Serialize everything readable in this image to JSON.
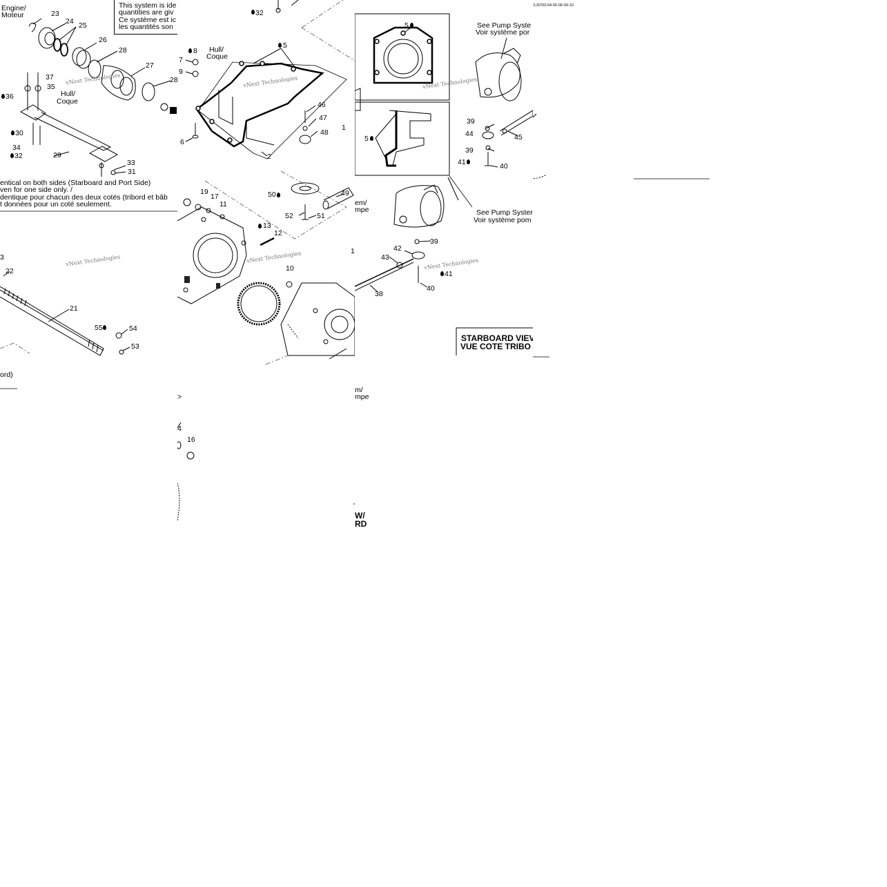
{
  "drawing_id": "21J0703-04-05-06-09-10",
  "watermark": "vNext Technologies",
  "labels": {
    "engine": "Engine/",
    "moteur": "Moteur",
    "hull1": "Hull/",
    "coque1": "Coque",
    "hull2": "Hull/",
    "coque2": "Coque",
    "see_pump_1": "See Pump Syste",
    "voir_pump_1": "Voir système por",
    "see_pump_2": "See Pump Syster",
    "voir_pump_2": "Voir système pom",
    "stem_1": "em/",
    "mpe_1": "mpe",
    "stem_2": "m/",
    "mpe_2": "mpe",
    "ord": "ord)",
    "gt": ">"
  },
  "note_top": {
    "line1": "This system is ide",
    "line2": "quantities are giv",
    "line3": "Ce système est ic",
    "line4": "les quantités son"
  },
  "note_bottom": {
    "line1": "entical on both sides (Starboard and Port Side)",
    "line2": "ven for one side only. /",
    "line3": "dentique pour chacun des deux cotés (tribord et bâb",
    "line4": "t données pour un coté seulement."
  },
  "view_box": {
    "line1": "STARBOARD VIEV",
    "line2": "VUE COTE TRIBO"
  },
  "view_frag": {
    "line1": "W/",
    "line2": "RD"
  },
  "parts": {
    "p23": "23",
    "p24": "24",
    "p25": "25",
    "p26": "26",
    "p28a": "28",
    "p27": "27",
    "p28b": "28",
    "p37": "37",
    "p35": "35",
    "p36": "36",
    "p30": "30",
    "p34": "34",
    "p32a": "32",
    "p29": "29",
    "p33": "33",
    "p31": "31",
    "p3": "3",
    "p22": "22",
    "p21": "21",
    "p55": "55",
    "p54": "54",
    "p53": "53",
    "p32b": "32",
    "p8": "8",
    "p7": "7",
    "p9": "9",
    "p6": "6",
    "p5a": "5",
    "p2": "2",
    "p46": "46",
    "p47": "47",
    "p48": "48",
    "p1": "1",
    "p19": "19",
    "p17": "17",
    "p11": "11",
    "p13": "13",
    "p12": "12",
    "p10": "10",
    "p50": "50",
    "p49": "49",
    "p52": "52",
    "p51": "51",
    "p4": "4",
    "p16": "16",
    "p5b": "5",
    "p5c": "5",
    "p5d": "5",
    "p39a": "39",
    "p44": "44",
    "p45": "45",
    "p39b": "39",
    "p41a": "41",
    "p40a": "40",
    "p39c": "39",
    "p42": "42",
    "p43": "43",
    "p41b": "41",
    "p40b": "40",
    "p38": "38",
    "p1b": "1"
  }
}
